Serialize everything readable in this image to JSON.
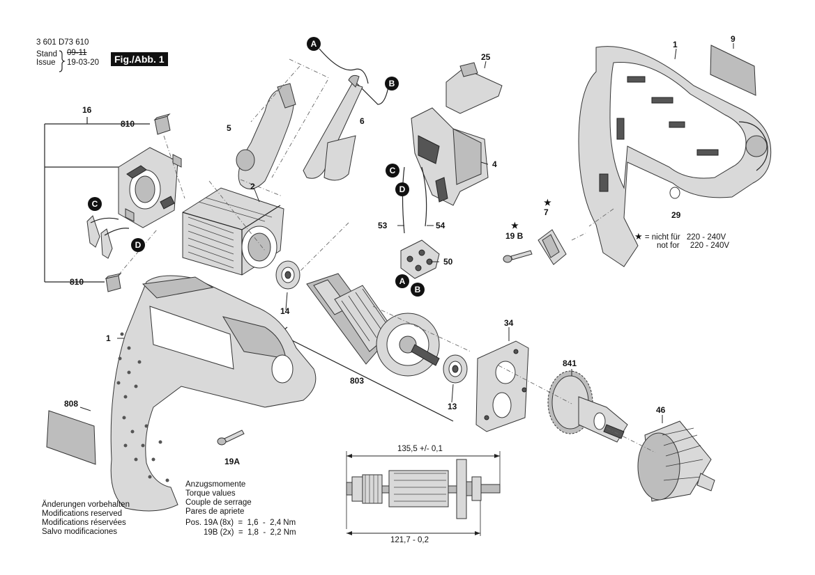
{
  "header": {
    "doc_number": "3 601 D73 610",
    "stand_label": "Stand",
    "issue_label": "Issue",
    "stand_date": "09-11",
    "issue_date": "19-03-20",
    "figure_label": "Fig./Abb. 1"
  },
  "callouts": {
    "c1_top": "1",
    "c9": "9",
    "c25": "25",
    "c4": "4",
    "c29": "29",
    "c7": "7",
    "c19b": "19 B",
    "c16": "16",
    "c810_top": "810",
    "c810_bottom": "810",
    "c5": "5",
    "c6": "6",
    "c2": "2",
    "c53": "53",
    "c54": "54",
    "c50": "50",
    "c14": "14",
    "c1_left": "1",
    "c803": "803",
    "c13": "13",
    "c34": "34",
    "c841": "841",
    "c46": "46",
    "c808": "808",
    "c19a": "19A"
  },
  "circle_markers": {
    "a_top": "A",
    "b_top": "B",
    "c_switch": "C",
    "d_switch": "D",
    "a_bottom": "A",
    "b_bottom": "B",
    "c_left": "C",
    "d_left": "D"
  },
  "star_note": {
    "star": "★",
    "line1_prefix": "=",
    "line1_de": "nicht für",
    "line1_voltage": "220 - 240V",
    "line2_en": "not for",
    "line2_voltage": "220 - 240V"
  },
  "dimensions": {
    "top": "135,5 +/- 0,1",
    "bottom": "121,7 - 0,2"
  },
  "torque": {
    "lines": [
      "Anzugsmomente",
      "Torque values",
      "Couple de serrage",
      "Pares de apriete"
    ],
    "row1": "Pos. 19A (8x)  =  1,6  -  2,4 Nm",
    "row2": "19B (2x)  =  1,8  -  2,2 Nm"
  },
  "modifications": [
    "Änderungen vorbehalten",
    "Modifications reserved",
    "Modifications réservées",
    "Salvo modificaciones"
  ]
}
